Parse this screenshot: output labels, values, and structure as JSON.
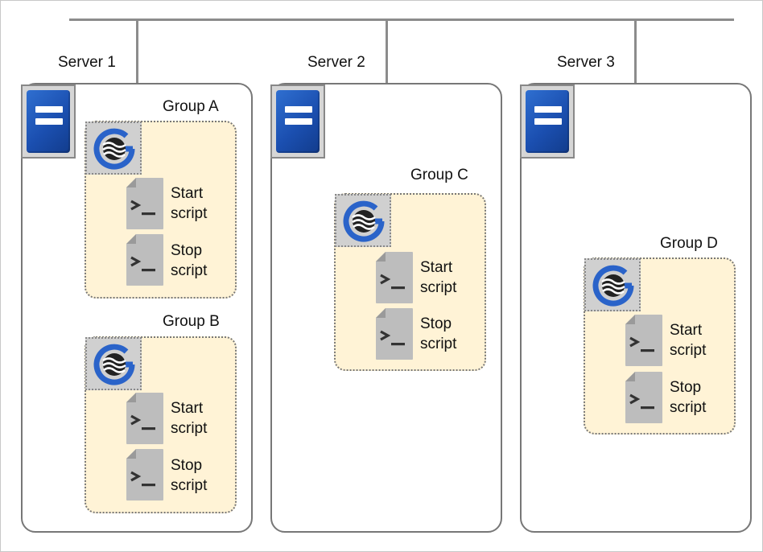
{
  "servers": [
    {
      "label": "Server 1"
    },
    {
      "label": "Server 2"
    },
    {
      "label": "Server 3"
    }
  ],
  "groups": [
    {
      "label": "Group A",
      "start": {
        "line1": "Start",
        "line2": "script"
      },
      "stop": {
        "line1": "Stop",
        "line2": "script"
      }
    },
    {
      "label": "Group B",
      "start": {
        "line1": "Start",
        "line2": "script"
      },
      "stop": {
        "line1": "Stop",
        "line2": "script"
      }
    },
    {
      "label": "Group C",
      "start": {
        "line1": "Start",
        "line2": "script"
      },
      "stop": {
        "line1": "Stop",
        "line2": "script"
      }
    },
    {
      "label": "Group D",
      "start": {
        "line1": "Start",
        "line2": "script"
      },
      "stop": {
        "line1": "Stop",
        "line2": "script"
      }
    }
  ],
  "icons": {
    "server": "server-icon",
    "group": "failover-group-icon",
    "script": "terminal-script-icon"
  },
  "colors": {
    "server_icon": "#1b4fb0",
    "group_fill": "#fff3d6",
    "group_icon_ring": "#2a63c9",
    "script_icon": "#bdbdbd"
  }
}
